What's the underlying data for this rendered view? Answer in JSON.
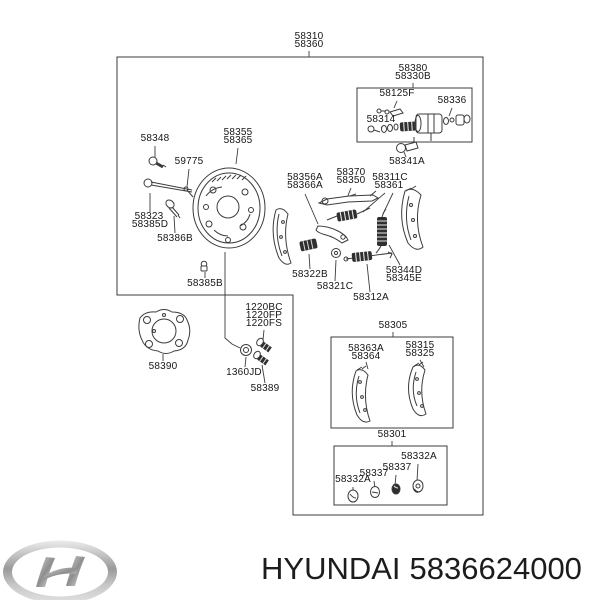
{
  "footer": {
    "brand": "HYUNDAI",
    "part_number": "5836624000",
    "logo_icon": "hyundai-logo"
  },
  "labels": {
    "k58310": "58310",
    "k58360": "58360",
    "k58380": "58380",
    "k58330B": "58330B",
    "k58125F": "58125F",
    "k58336": "58336",
    "k58314": "58314",
    "k58341A": "58341A",
    "k58348": "58348",
    "k59775": "59775",
    "k58355": "58355",
    "k58365": "58365",
    "k58323": "58323",
    "k58385D": "58385D",
    "k58386B": "58386B",
    "k58385B": "58385B",
    "k58356A": "58356A",
    "k58366A": "58366A",
    "k58370": "58370",
    "k58350": "58350",
    "k58311C": "58311C",
    "k58361": "58361",
    "k58322B": "58322B",
    "k58321C": "58321C",
    "k58312A": "58312A",
    "k58344D": "58344D",
    "k58345E": "58345E",
    "k58305": "58305",
    "k58363A": "58363A",
    "k58364": "58364",
    "k58315": "58315",
    "k58325": "58325",
    "k58301": "58301",
    "k58332A_l": "58332A",
    "k58337_1": "58337",
    "k58337_2": "58337",
    "k58332A_r": "58332A",
    "k1220BC": "1220BC",
    "k1220FP": "1220FP",
    "k1220FS": "1220FS",
    "k1360JD": "1360JD",
    "k58389": "58389",
    "k58390": "58390"
  },
  "colors": {
    "line": "#3c3c3c",
    "label_text": "#161616",
    "footer_text": "#1c1c1c",
    "background": "#ffffff",
    "logo_silver": "#b5b5b5"
  }
}
